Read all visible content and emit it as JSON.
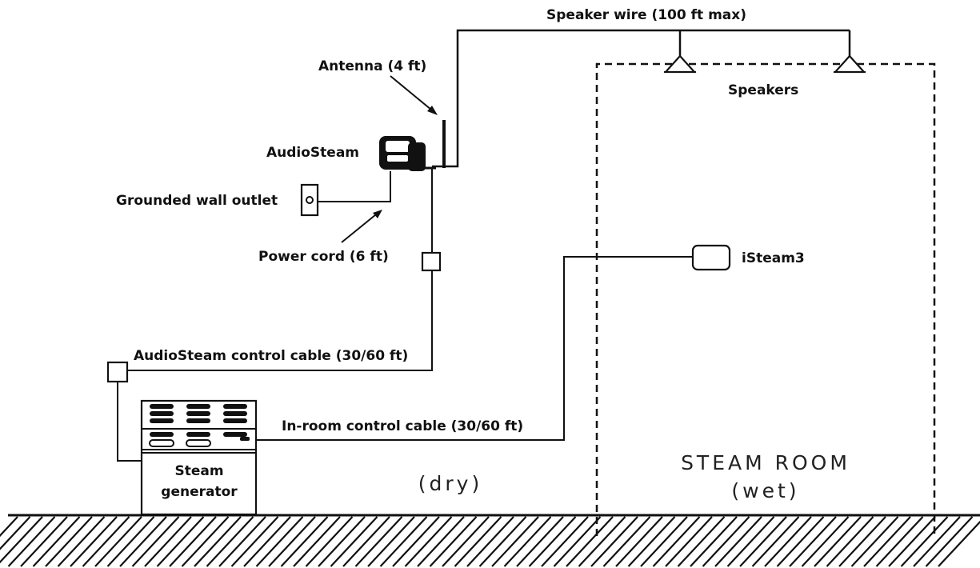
{
  "labels": {
    "speaker_wire": "Speaker wire (100 ft max)",
    "antenna": "Antenna (4 ft)",
    "speakers": "Speakers",
    "audiosteam": "AudioSteam",
    "grounded_outlet": "Grounded wall outlet",
    "power_cord": "Power cord (6 ft)",
    "isteam3": "iSteam3",
    "audiosteam_control_cable": "AudioSteam control cable (30/60 ft)",
    "in_room_control_cable": "In-room control cable (30/60 ft)",
    "steam_generator_line1": "Steam",
    "steam_generator_line2": "generator",
    "dry": "(dry)",
    "steam_room_line1": "STEAM ROOM",
    "steam_room_line2": "(wet)"
  }
}
